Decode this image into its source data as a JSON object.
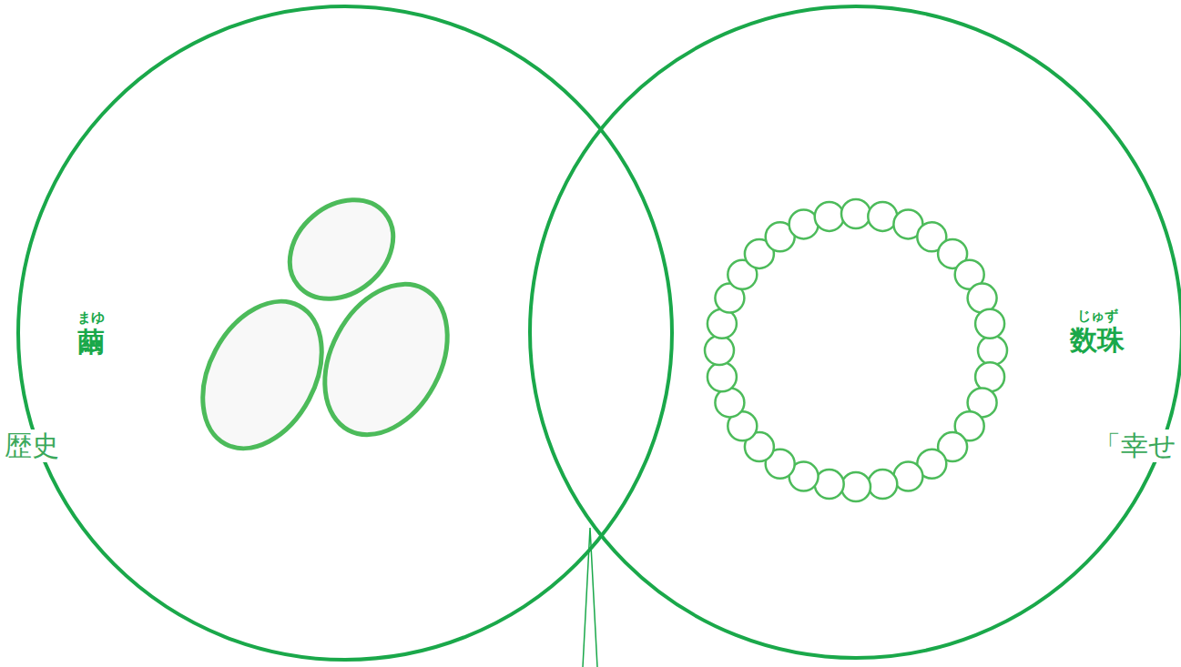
{
  "diagram": {
    "nodes": [
      {
        "text": [
          "まゆ",
          "繭"
        ]
      },
      {
        "text": [
          "じゅず",
          "数珠"
        ]
      }
    ],
    "labels": [
      "歴史",
      "「幸せ"
    ]
  }
}
